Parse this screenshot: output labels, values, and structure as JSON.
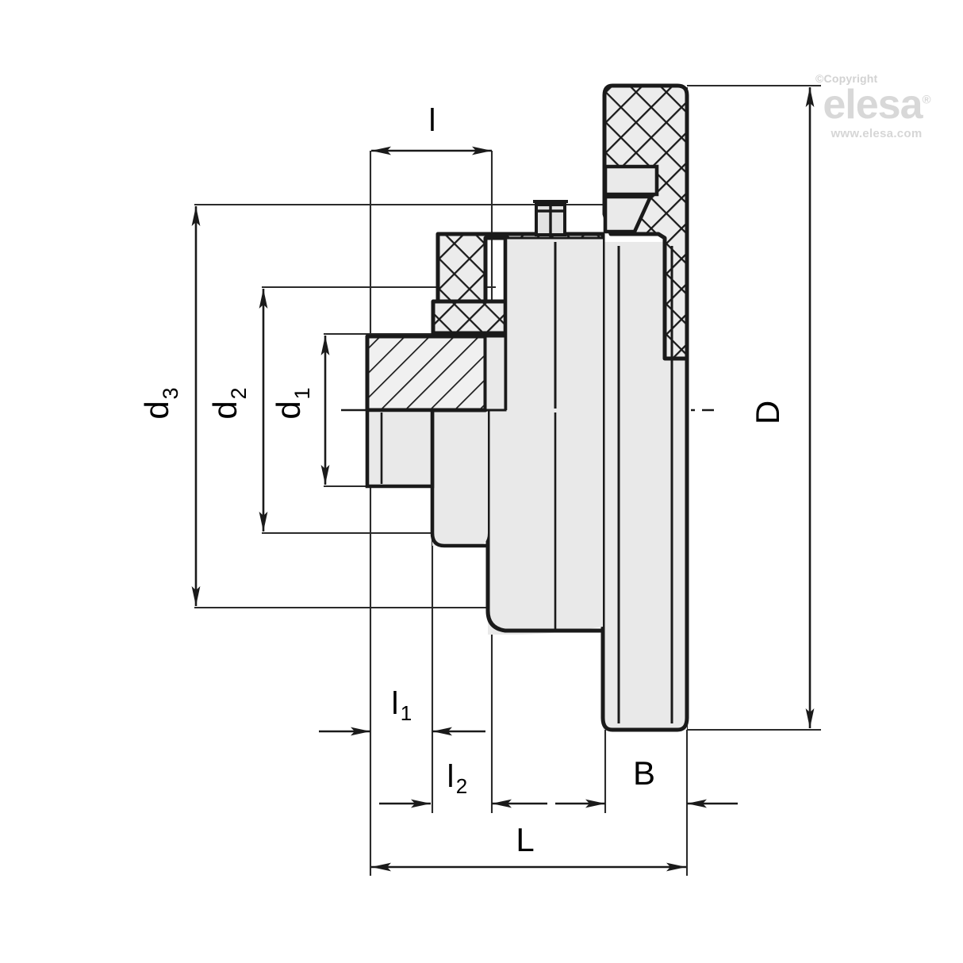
{
  "drawing": {
    "type": "engineering-cross-section",
    "title": "Flanged bearing housing unit - sectional technical drawing",
    "description": "Half cross-section of a flanged hub / bearing unit showing a hatched metal hub, cross-hatched (diamond) elastomer-plastic body and an outer flange, with nested linear dimensions.",
    "background_color": "#ffffff",
    "line_color": "#1a1a1a",
    "fill_light": "#eeeeee",
    "fill_mid": "#e4e4e4",
    "hatch_color": "#1a1a1a"
  },
  "dimensions": {
    "vertical": [
      {
        "id": "d3",
        "label": "d",
        "subscript": "3",
        "orientation": "vertical",
        "position": "left-outer"
      },
      {
        "id": "d2",
        "label": "d",
        "subscript": "2",
        "orientation": "vertical",
        "position": "left-middle"
      },
      {
        "id": "d1",
        "label": "d",
        "subscript": "1",
        "orientation": "vertical",
        "position": "left-inner"
      },
      {
        "id": "D",
        "label": "D",
        "subscript": "",
        "orientation": "vertical",
        "position": "right-outer"
      }
    ],
    "horizontal": [
      {
        "id": "l",
        "label": "l",
        "subscript": "",
        "orientation": "horizontal",
        "position": "top"
      },
      {
        "id": "l1",
        "label": "l",
        "subscript": "1",
        "orientation": "horizontal",
        "position": "bottom-upper"
      },
      {
        "id": "l2",
        "label": "l",
        "subscript": "2",
        "orientation": "horizontal",
        "position": "bottom-middle"
      },
      {
        "id": "B",
        "label": "B",
        "subscript": "",
        "orientation": "horizontal",
        "position": "bottom-middle-right"
      },
      {
        "id": "L",
        "label": "L",
        "subscript": "",
        "orientation": "horizontal",
        "position": "bottom-lower"
      }
    ]
  },
  "labels": {
    "d3": "d",
    "d3_sub": "3",
    "d2": "d",
    "d2_sub": "2",
    "d1": "d",
    "d1_sub": "1",
    "D": "D",
    "l": "l",
    "l1": "l",
    "l1_sub": "1",
    "l2": "l",
    "l2_sub": "2",
    "B": "B",
    "L": "L"
  },
  "watermark": {
    "copyright": "©Copyright",
    "brand": "elesa",
    "registered": "®",
    "url": "www.elesa.com",
    "color": "#d8d8d8"
  }
}
